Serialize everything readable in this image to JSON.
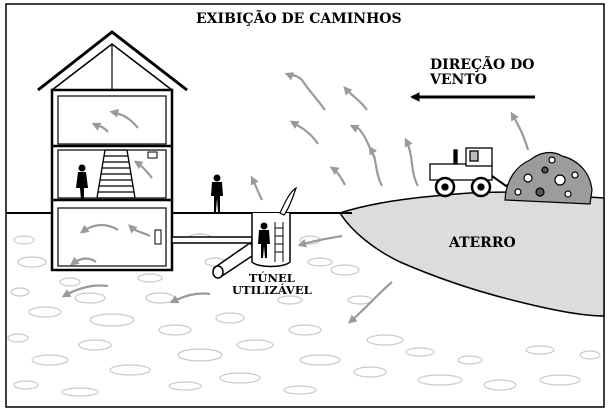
{
  "diagram": {
    "title": "EXIBIÇÃO DE CAMINHOS",
    "wind_label_line1": "DIREÇÃO DO",
    "wind_label_line2": "VENTO",
    "landfill_label": "ATERRO",
    "tunnel_label_line1": "TÚNEL",
    "tunnel_label_line2": "UTILIZÁVEL"
  },
  "colors": {
    "ink": "#000000",
    "arrow_gray": "#9a9a9a",
    "soil_pebble": "#e6e6e6",
    "landfill_fill": "#dcdcdc",
    "background": "#ffffff"
  },
  "icons": [
    "house-icon",
    "person-icon",
    "tractor-icon",
    "garbage-pile-icon",
    "wind-arrow-icon",
    "gas-path-arrow-icon",
    "pipe-icon",
    "ladder-icon"
  ]
}
